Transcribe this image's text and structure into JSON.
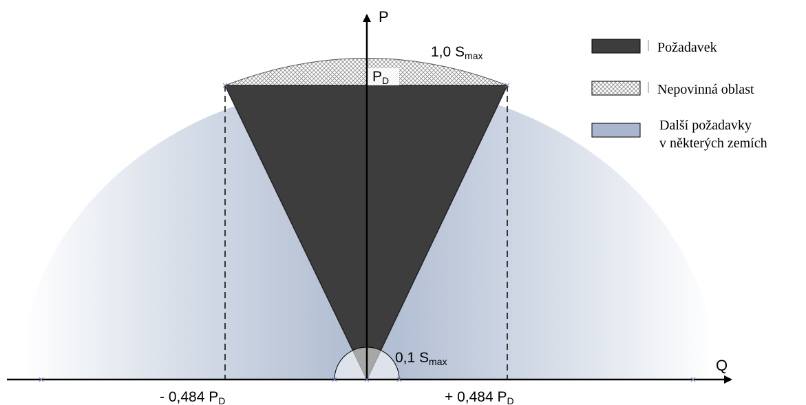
{
  "axes": {
    "p_label": "P",
    "q_label": "Q"
  },
  "labels": {
    "smax_outer": {
      "value": "1,0 S",
      "sub": "max"
    },
    "pd_top": {
      "value": "P",
      "sub": "D"
    },
    "smax_inner": {
      "value": "0,1 S",
      "sub": "max"
    },
    "q_neg": {
      "value": "- 0,484 P",
      "sub": "D"
    },
    "q_pos": {
      "value": "+ 0,484 P",
      "sub": "D"
    }
  },
  "legend": {
    "items": [
      {
        "label": "Požadavek",
        "swatch": "dark"
      },
      {
        "label": "Nepovinná oblast",
        "swatch": "hatch"
      },
      {
        "label_line1": "Další požadavky",
        "label_line2": "v některých zemích",
        "swatch": "blue"
      }
    ]
  },
  "colors": {
    "requirement": "#3d3d3d",
    "optional_hatch": "#9a9a9a",
    "additional": "#a9b6cd",
    "axis": "#000000"
  }
}
